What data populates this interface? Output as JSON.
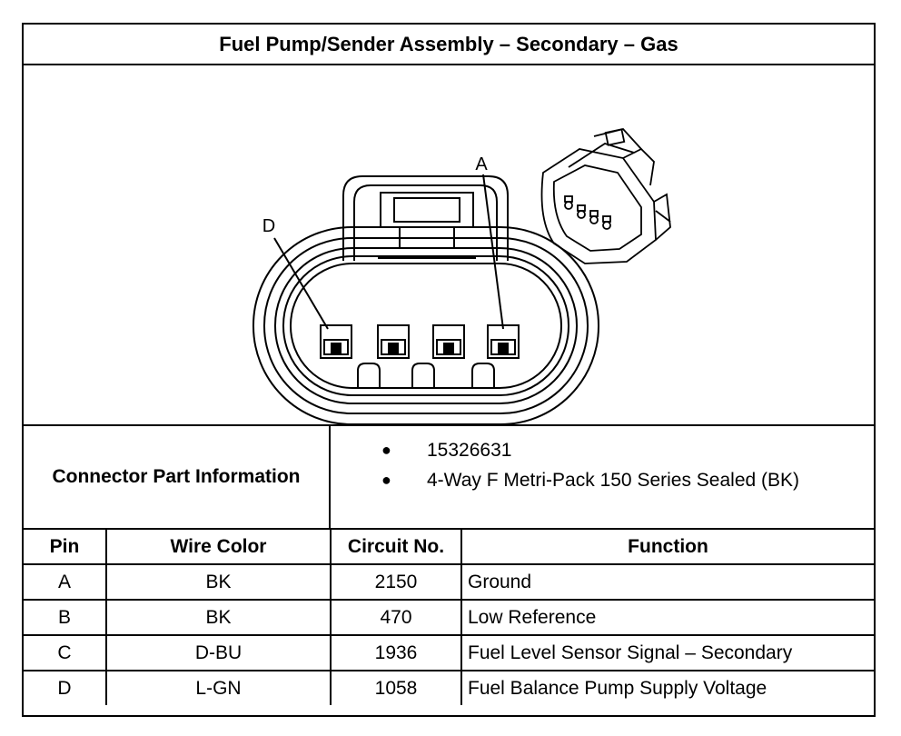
{
  "title": "Fuel Pump/Sender Assembly – Secondary – Gas",
  "figure": {
    "callouts": [
      "D",
      "A"
    ]
  },
  "connector_info": {
    "label": "Connector Part Information",
    "items": [
      "15326631",
      "4-Way F Metri-Pack 150 Series Sealed (BK)"
    ]
  },
  "pin_table": {
    "headers": [
      "Pin",
      "Wire Color",
      "Circuit No.",
      "Function"
    ],
    "rows": [
      [
        "A",
        "BK",
        "2150",
        "Ground"
      ],
      [
        "B",
        "BK",
        "470",
        "Low Reference"
      ],
      [
        "C",
        "D-BU",
        "1936",
        "Fuel Level Sensor Signal – Secondary"
      ],
      [
        "D",
        "L-GN",
        "1058",
        "Fuel Balance Pump Supply Voltage"
      ]
    ]
  }
}
